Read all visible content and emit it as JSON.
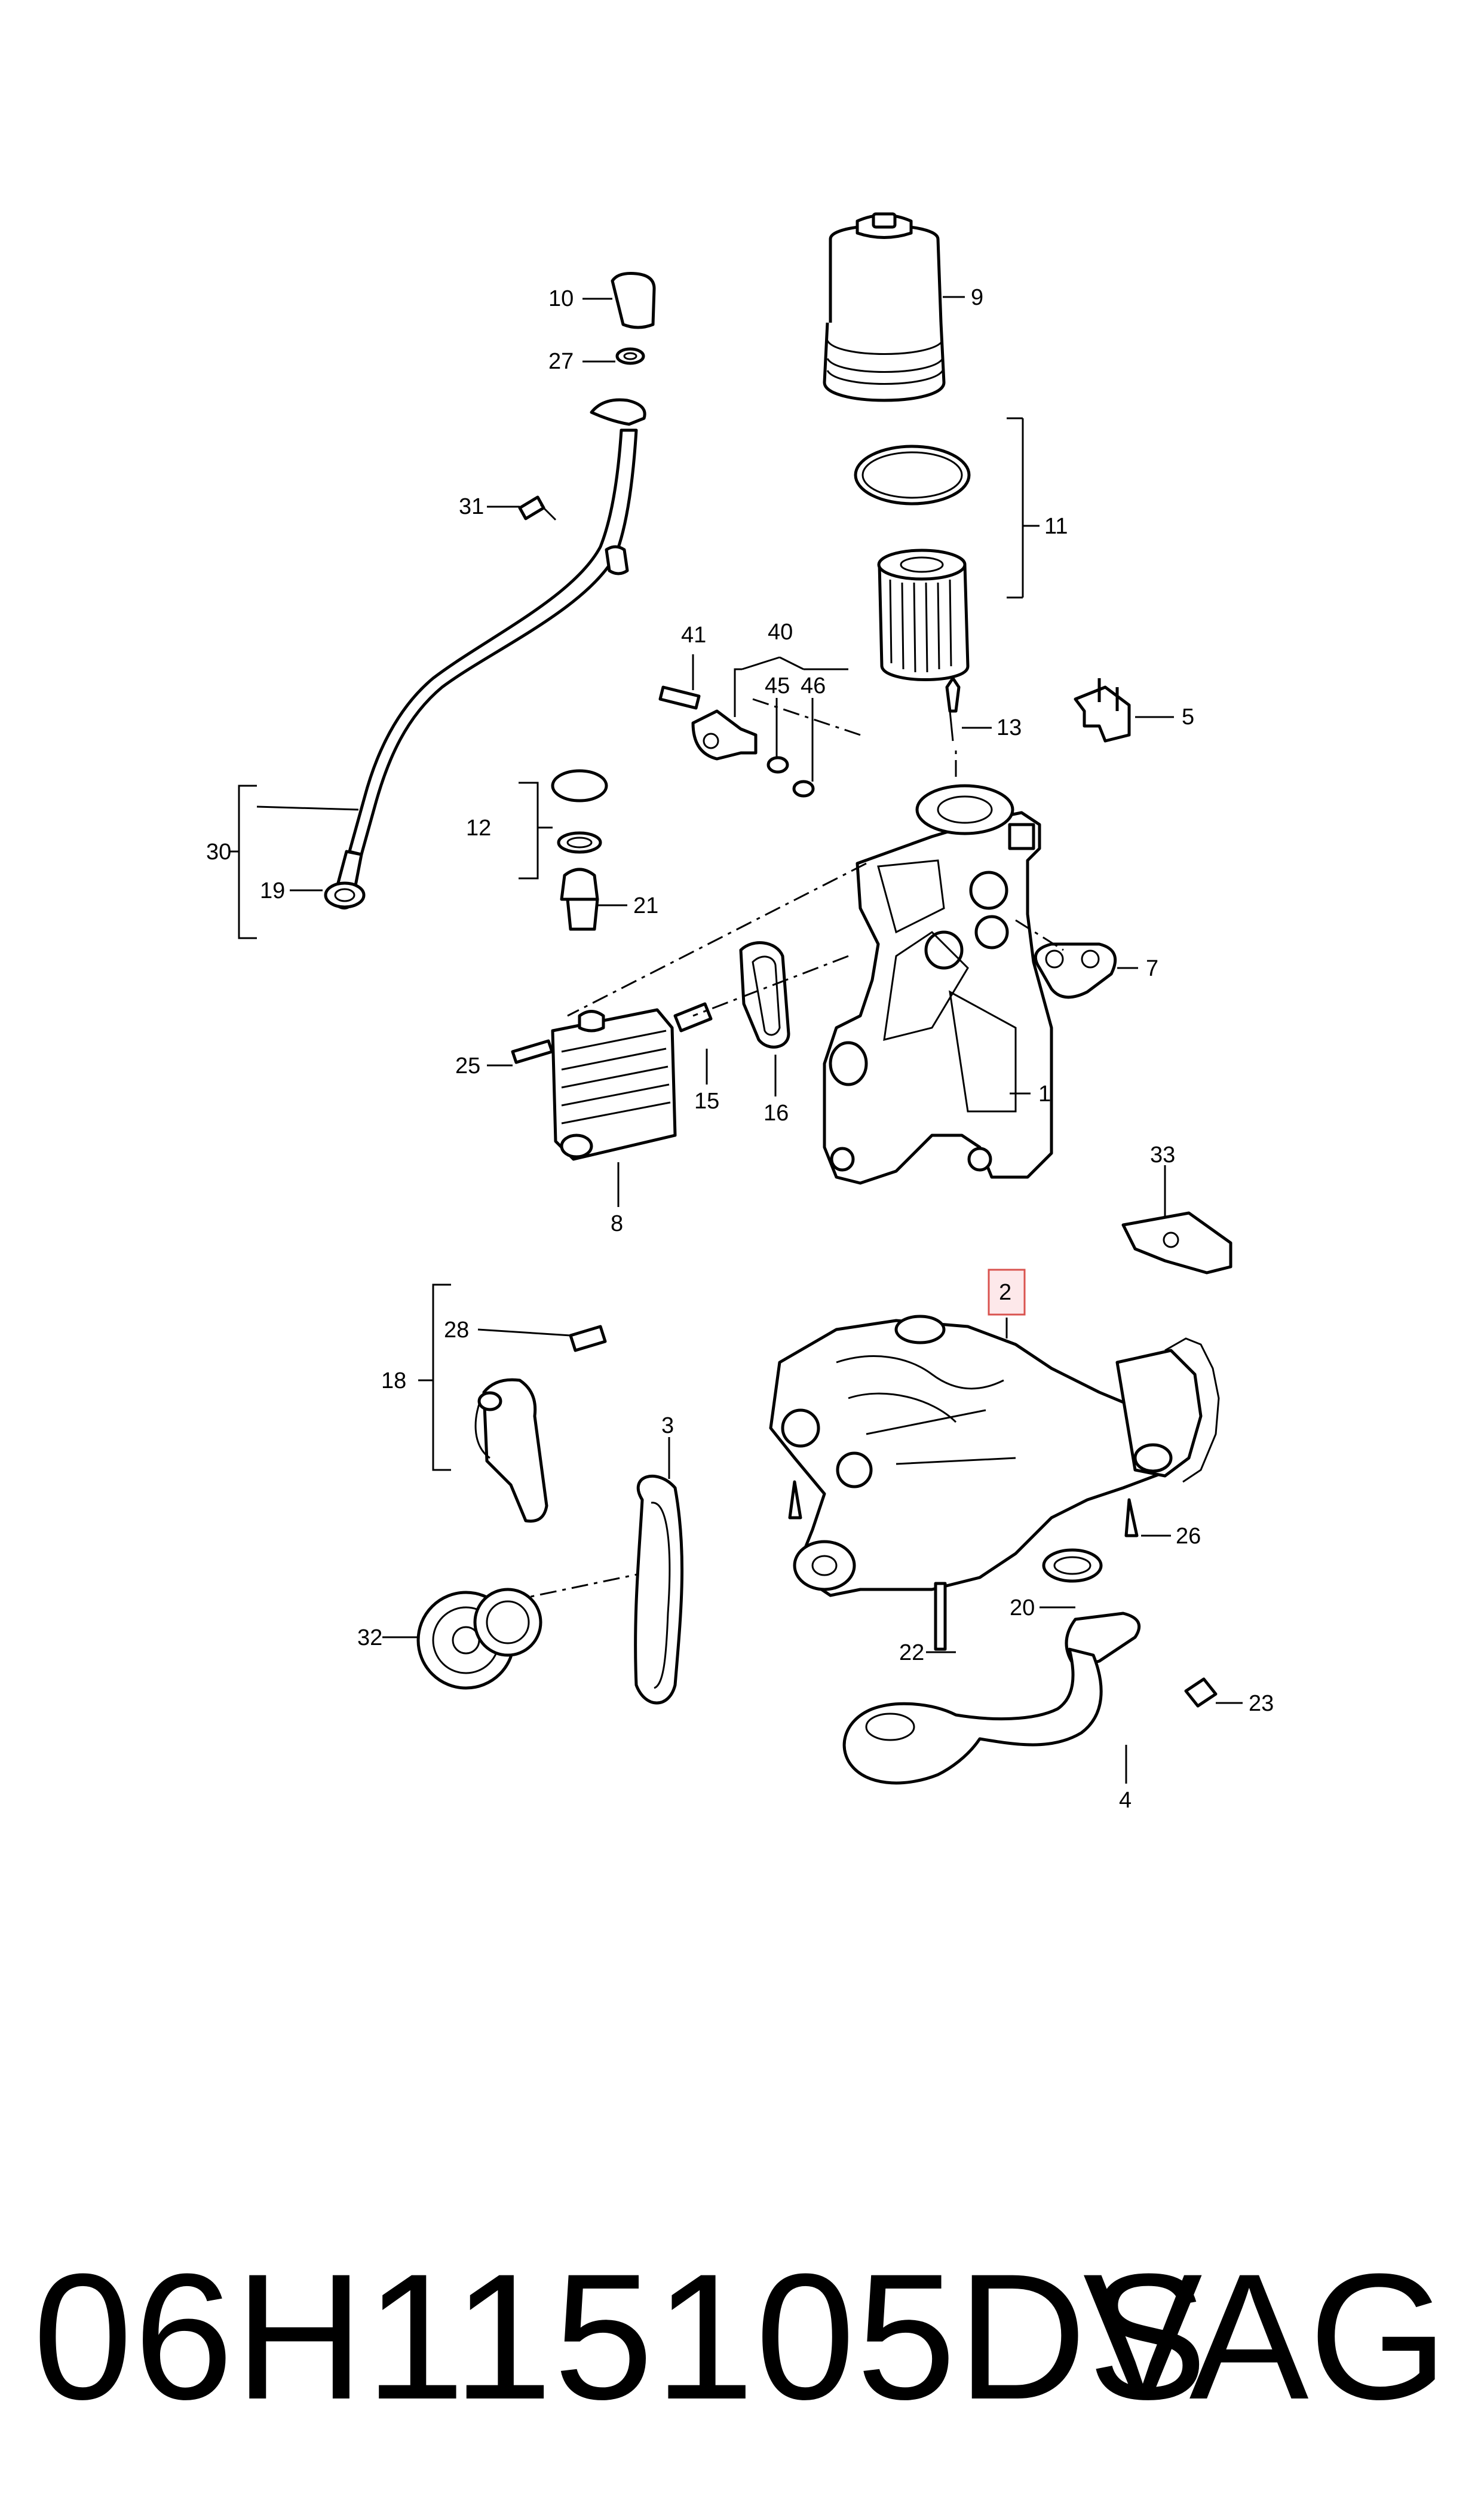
{
  "callouts": {
    "c1": "1",
    "c2": "2",
    "c3": "3",
    "c4": "4",
    "c5": "5",
    "c7": "7",
    "c8": "8",
    "c9": "9",
    "c10": "10",
    "c11": "11",
    "c12": "12",
    "c13": "13",
    "c15": "15",
    "c16": "16",
    "c18": "18",
    "c19": "19",
    "c20": "20",
    "c21": "21",
    "c22": "22",
    "c23": "23",
    "c25": "25",
    "c26": "26",
    "c27": "27",
    "c28": "28",
    "c30": "30",
    "c31": "31",
    "c32": "32",
    "c33": "33",
    "c40": "40",
    "c41": "41",
    "c45": "45",
    "c46": "46"
  },
  "highlighted_callout": "2",
  "colors": {
    "highlight_fill": "#fde8ea",
    "highlight_border": "#d9534f",
    "ink": "#000000"
  },
  "footer": {
    "part_number": "06H115105DS",
    "brand": "VAG"
  }
}
